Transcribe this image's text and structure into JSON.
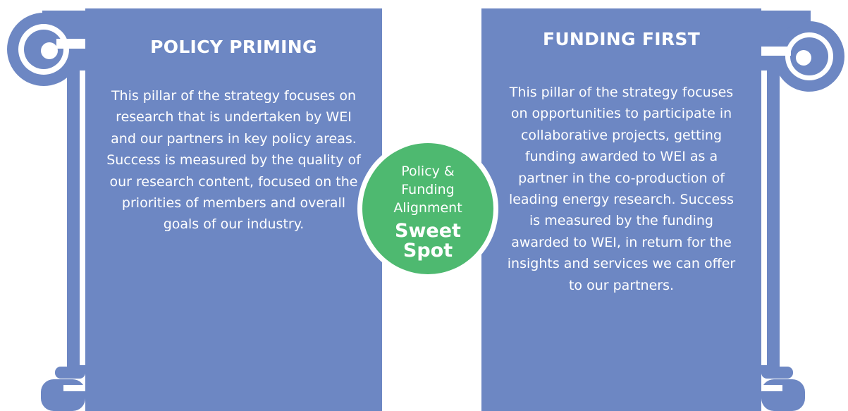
{
  "colors": {
    "panel": "#6d87c3",
    "sweet_spot": "#4eb970",
    "text": "#ffffff"
  },
  "left_pillar": {
    "title": "POLICY PRIMING",
    "body": "This pillar of the strategy focuses on research that is undertaken by WEI and our partners in key policy areas. Success is measured by the quality of our research content, focused on the priorities of members and overall goals of our industry."
  },
  "right_pillar": {
    "title": "FUNDING FIRST",
    "body": "This pillar of the strategy focuses on opportunities to participate in collaborative projects, getting funding awarded to WEI as a partner in the co-production of leading energy research. Success is measured by the funding awarded to WEI, in return for the insights and services we can offer to our partners."
  },
  "sweet_spot": {
    "line1": "Policy &",
    "line2": "Funding",
    "line3": "Alignment",
    "strong1": "Sweet",
    "strong2": "Spot"
  }
}
